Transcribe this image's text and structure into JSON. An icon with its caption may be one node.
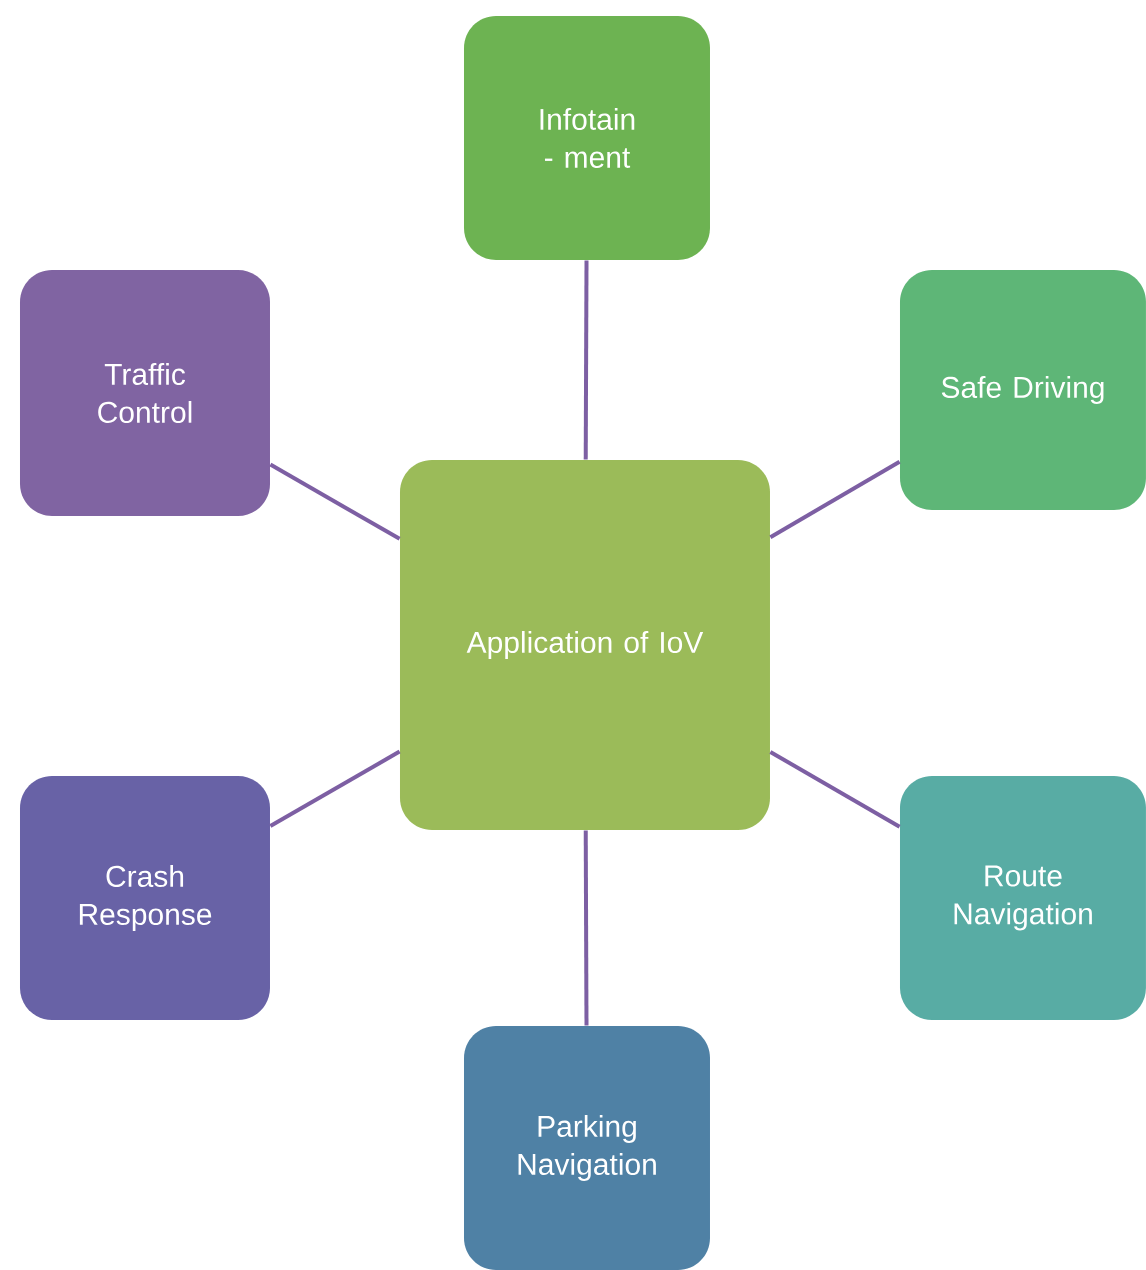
{
  "diagram": {
    "nodes": [
      {
        "text": [
          "Application of IoV"
        ]
      },
      {
        "text": [
          "Infotain - ment"
        ]
      },
      {
        "text": [
          "Traffic Control"
        ]
      },
      {
        "text": [
          "Safe Driving"
        ]
      },
      {
        "text": [
          "Crash Response"
        ]
      },
      {
        "text": [
          "Route Navigation"
        ]
      },
      {
        "text": [
          "Parking Navigation"
        ]
      }
    ],
    "edges": [
      {
        "from": 0,
        "to": 1,
        "arrow": "none"
      },
      {
        "from": 0,
        "to": 2,
        "arrow": "none"
      },
      {
        "from": 0,
        "to": 3,
        "arrow": "none"
      },
      {
        "from": 0,
        "to": 4,
        "arrow": "none"
      },
      {
        "from": 0,
        "to": 5,
        "arrow": "none"
      },
      {
        "from": 0,
        "to": 6,
        "arrow": "none"
      }
    ]
  }
}
